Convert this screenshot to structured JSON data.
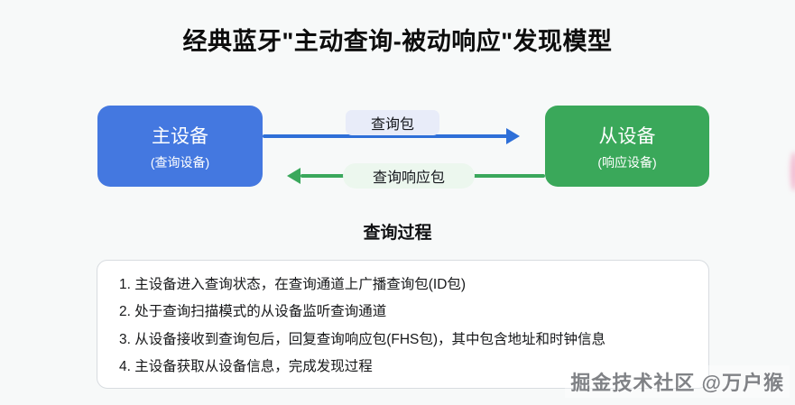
{
  "title": "经典蓝牙\"主动查询-被动响应\"发现模型",
  "diagram": {
    "master": {
      "label": "主设备",
      "sublabel": "(查询设备)",
      "color": "#4478e0"
    },
    "slave": {
      "label": "从设备",
      "sublabel": "(响应设备)",
      "color": "#3aa85a"
    },
    "forward_arrow": {
      "label": "查询包",
      "arrow_color": "#2e6fd8",
      "pill_bg": "#e8ecf9"
    },
    "backward_arrow": {
      "label": "查询响应包",
      "arrow_color": "#3aa85c",
      "pill_bg": "#ecf7ee"
    }
  },
  "process": {
    "heading": "查询过程",
    "steps": [
      "1. 主设备进入查询状态，在查询通道上广播查询包(ID包)",
      "2. 处于查询扫描模式的从设备监听查询通道",
      "3. 从设备接收到查询包后，回复查询响应包(FHS包)，其中包含地址和时钟信息",
      "4. 主设备获取从设备信息，完成发现过程"
    ]
  },
  "watermark": "掘金技术社区 @万户猴"
}
